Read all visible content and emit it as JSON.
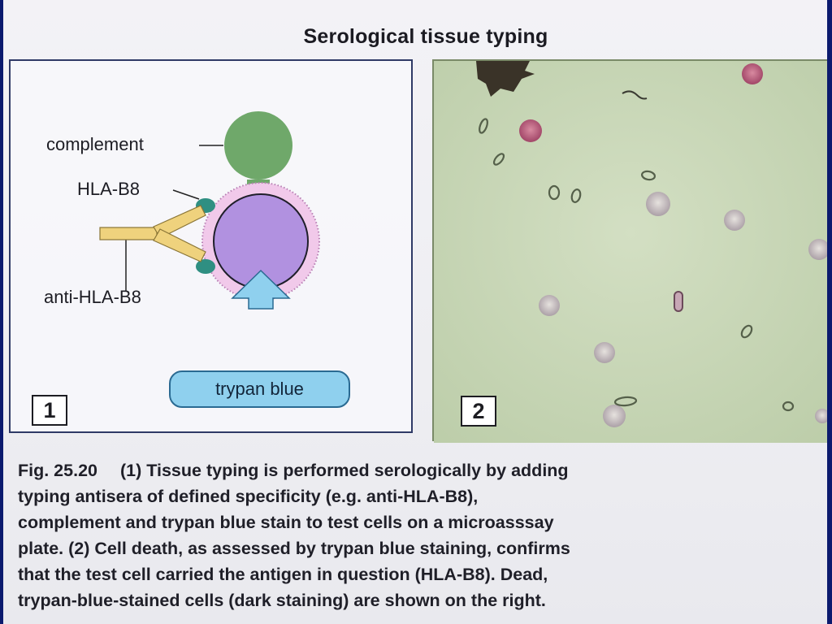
{
  "title": "Serological tissue typing",
  "panel1": {
    "number": "1",
    "labels": {
      "complement": "complement",
      "hla": "HLA-B8",
      "anti": "anti-HLA-B8",
      "trypan": "trypan blue"
    }
  },
  "panel2": {
    "number": "2"
  },
  "caption": {
    "fig": "Fig. 25.20",
    "lines": [
      "(1) Tissue typing is performed serologically by adding",
      "typing antisera of defined specificity (e.g. anti-HLA-B8),",
      "complement and trypan blue stain to test cells on a microasssay",
      "plate. (2) Cell death, as assessed by trypan blue staining, confirms",
      "that the test cell carried the antigen in question (HLA-B8). Dead,",
      "trypan-blue-stained cells (dark staining) are shown on the right."
    ]
  },
  "colors": {
    "complement": "#6fa86a",
    "cell_membrane": "#f1c9ea",
    "cell_nucleus": "#b191e0",
    "antibody": "#efd27d",
    "hla_antigen": "#2f8f82",
    "trypan": "#8fd0ee",
    "micrograph_bg": "#c9d8b9"
  }
}
